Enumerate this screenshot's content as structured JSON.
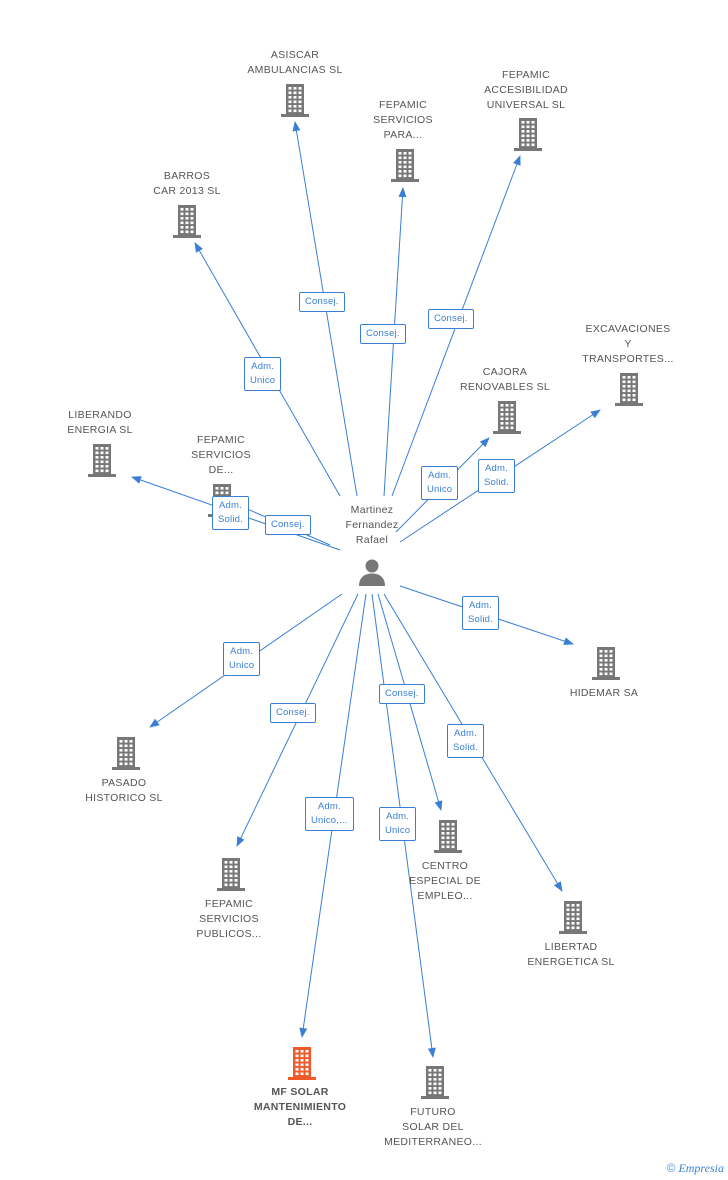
{
  "center": {
    "lines": [
      "Martinez",
      "Fernandez",
      "Rafael"
    ],
    "icon": "person-icon"
  },
  "colors": {
    "edge": "#3a7fd5",
    "node": "#777777",
    "highlight": "#f05a28",
    "text": "#555555"
  },
  "nodes": [
    {
      "id": "asiscar",
      "lines": [
        "ASISCAR",
        "AMBULANCIAS SL"
      ]
    },
    {
      "id": "fepamic-para",
      "lines": [
        "FEPAMIC",
        "SERVICIOS",
        "PARA..."
      ]
    },
    {
      "id": "fepamic-accesibilidad",
      "lines": [
        "FEPAMIC",
        "ACCESIBILIDAD",
        "UNIVERSAL SL"
      ]
    },
    {
      "id": "barros",
      "lines": [
        "BARROS",
        "CAR 2013 SL"
      ]
    },
    {
      "id": "excavaciones",
      "lines": [
        "EXCAVACIONES",
        "Y",
        "TRANSPORTES..."
      ]
    },
    {
      "id": "cajora",
      "lines": [
        "CAJORA",
        "RENOVABLES SL"
      ]
    },
    {
      "id": "liberando",
      "lines": [
        "LIBERANDO",
        "ENERGIA SL"
      ]
    },
    {
      "id": "fepamic-de",
      "lines": [
        "FEPAMIC",
        "SERVICIOS",
        "DE..."
      ]
    },
    {
      "id": "hidemar",
      "lines": [
        "HIDEMAR SA"
      ]
    },
    {
      "id": "pasado",
      "lines": [
        "PASADO",
        "HISTORICO SL"
      ]
    },
    {
      "id": "centro",
      "lines": [
        "CENTRO",
        "ESPECIAL DE",
        "EMPLEO..."
      ]
    },
    {
      "id": "libertad",
      "lines": [
        "LIBERTAD",
        "ENERGETICA SL"
      ]
    },
    {
      "id": "fepamic-publicos",
      "lines": [
        "FEPAMIC",
        "SERVICIOS",
        "PUBLICOS..."
      ]
    },
    {
      "id": "mf-solar",
      "lines": [
        "MF SOLAR",
        "MANTENIMIENTO",
        "DE..."
      ],
      "highlight": true
    },
    {
      "id": "futuro",
      "lines": [
        "FUTURO",
        "SOLAR DEL",
        "MEDITERRANEO..."
      ]
    }
  ],
  "relations": [
    {
      "id": "rel-asiscar",
      "lines": [
        "Consej."
      ]
    },
    {
      "id": "rel-fepamic-para",
      "lines": [
        "Consej."
      ]
    },
    {
      "id": "rel-fepamic-accesibilidad",
      "lines": [
        "Consej."
      ]
    },
    {
      "id": "rel-barros",
      "lines": [
        "Adm.",
        "Unico"
      ]
    },
    {
      "id": "rel-cajora",
      "lines": [
        "Adm.",
        "Unico"
      ]
    },
    {
      "id": "rel-excavaciones",
      "lines": [
        "Adm.",
        "Solid."
      ]
    },
    {
      "id": "rel-liberando",
      "lines": [
        "Adm.",
        "Solid."
      ]
    },
    {
      "id": "rel-fepamic-de",
      "lines": [
        "Consej."
      ]
    },
    {
      "id": "rel-hidemar",
      "lines": [
        "Adm.",
        "Solid."
      ]
    },
    {
      "id": "rel-pasado",
      "lines": [
        "Adm.",
        "Unico"
      ]
    },
    {
      "id": "rel-centro",
      "lines": [
        "Consej."
      ]
    },
    {
      "id": "rel-libertad",
      "lines": [
        "Adm.",
        "Solid."
      ]
    },
    {
      "id": "rel-fepamic-publicos",
      "lines": [
        "Consej."
      ]
    },
    {
      "id": "rel-mf-solar",
      "lines": [
        "Adm.",
        "Unico,..."
      ]
    },
    {
      "id": "rel-futuro",
      "lines": [
        "Adm.",
        "Unico"
      ]
    }
  ],
  "watermark": {
    "symbol": "©",
    "brand": "Empresia"
  }
}
